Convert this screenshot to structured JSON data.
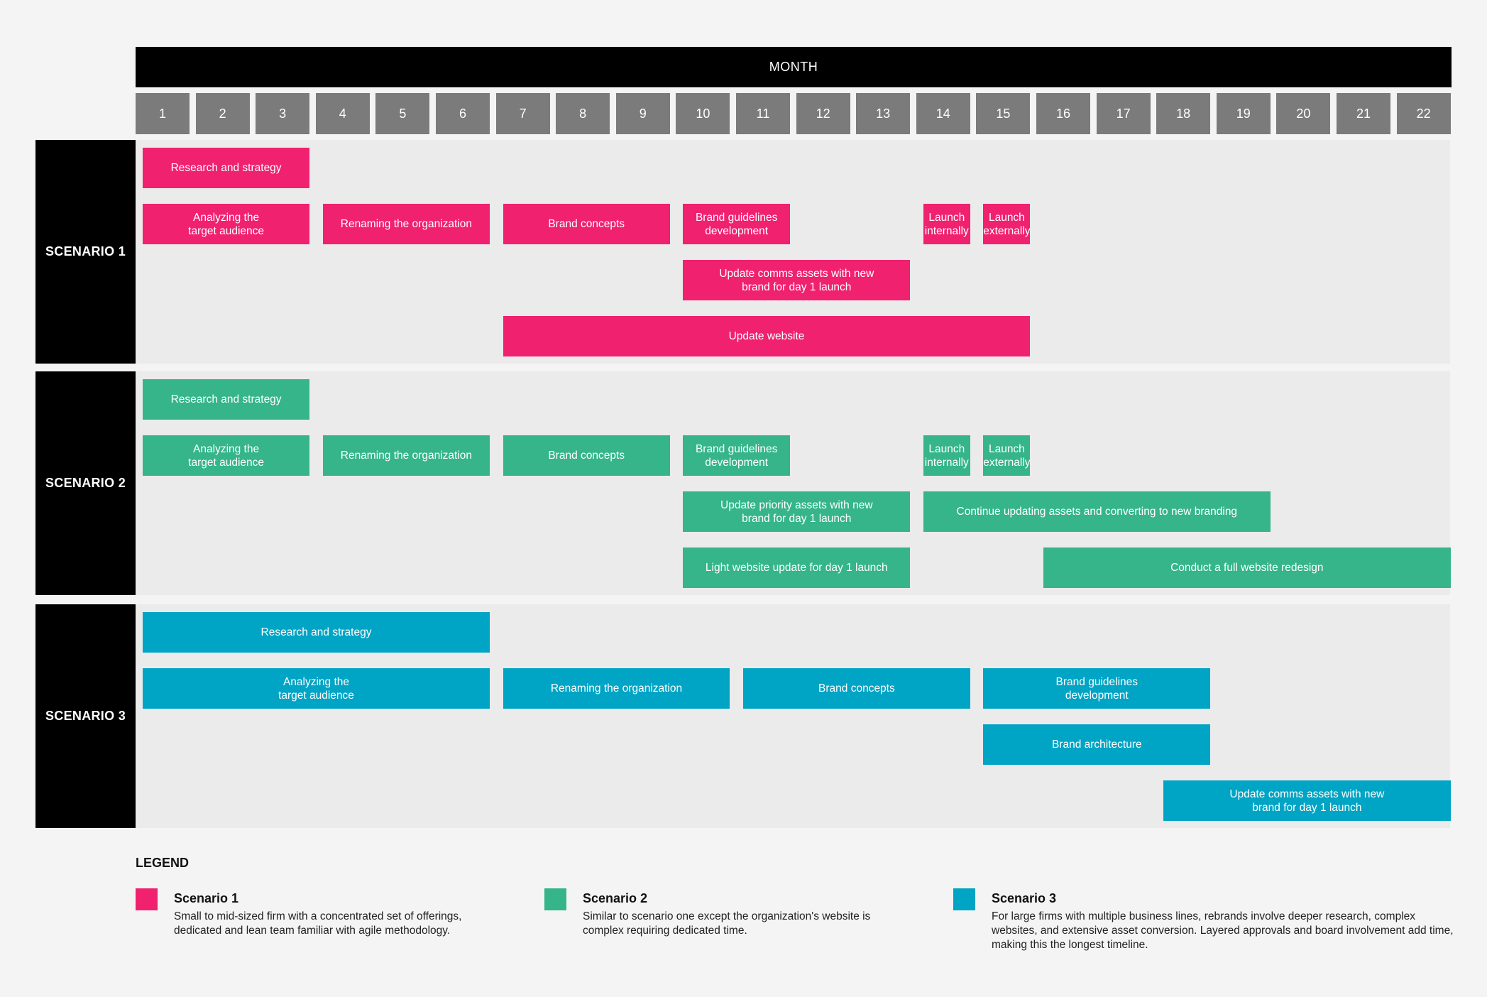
{
  "header": {
    "title": "MONTH"
  },
  "months": [
    "1",
    "2",
    "3",
    "4",
    "5",
    "6",
    "7",
    "8",
    "9",
    "10",
    "11",
    "12",
    "13",
    "14",
    "15",
    "16",
    "17",
    "18",
    "19",
    "20",
    "21",
    "22"
  ],
  "colors": {
    "scenario1": "#f0216f",
    "scenario2": "#35b589",
    "scenario3": "#00a4c4"
  },
  "scenarios": [
    {
      "label": "SCENARIO 1",
      "tasks": [
        {
          "label": "Research and strategy",
          "start": 1,
          "end": 3,
          "row": 0
        },
        {
          "label": "Analyzing the\ntarget audience",
          "start": 1,
          "end": 3,
          "row": 1
        },
        {
          "label": "Renaming the organization",
          "start": 4,
          "end": 6,
          "row": 1
        },
        {
          "label": "Brand concepts",
          "start": 7,
          "end": 9,
          "row": 1
        },
        {
          "label": "Brand guidelines\ndevelopment",
          "start": 10,
          "end": 11,
          "row": 1
        },
        {
          "label": "Launch\ninternally",
          "start": 14,
          "end": 14,
          "row": 1
        },
        {
          "label": "Launch\nexternally",
          "start": 15,
          "end": 15,
          "row": 1
        },
        {
          "label": "Update comms assets with new\nbrand for day 1 launch",
          "start": 10,
          "end": 13,
          "row": 2
        },
        {
          "label": "Update website",
          "start": 7,
          "end": 15,
          "row": 3
        }
      ]
    },
    {
      "label": "SCENARIO 2",
      "tasks": [
        {
          "label": "Research and strategy",
          "start": 1,
          "end": 3,
          "row": 0
        },
        {
          "label": "Analyzing the\ntarget audience",
          "start": 1,
          "end": 3,
          "row": 1
        },
        {
          "label": "Renaming the organization",
          "start": 4,
          "end": 6,
          "row": 1
        },
        {
          "label": "Brand concepts",
          "start": 7,
          "end": 9,
          "row": 1
        },
        {
          "label": "Brand guidelines\ndevelopment",
          "start": 10,
          "end": 11,
          "row": 1
        },
        {
          "label": "Launch\ninternally",
          "start": 14,
          "end": 14,
          "row": 1
        },
        {
          "label": "Launch\nexternally",
          "start": 15,
          "end": 15,
          "row": 1
        },
        {
          "label": "Update priority assets with new\nbrand for day 1 launch",
          "start": 10,
          "end": 13,
          "row": 2
        },
        {
          "label": "Continue updating assets and converting to new branding",
          "start": 14,
          "end": 19,
          "row": 2
        },
        {
          "label": "Light website update for day 1 launch",
          "start": 10,
          "end": 13,
          "row": 3
        },
        {
          "label": "Conduct a full website redesign",
          "start": 16,
          "end": 22,
          "row": 3
        }
      ]
    },
    {
      "label": "SCENARIO 3",
      "tasks": [
        {
          "label": "Research and strategy",
          "start": 1,
          "end": 6,
          "row": 0
        },
        {
          "label": "Analyzing the\ntarget audience",
          "start": 1,
          "end": 6,
          "row": 1
        },
        {
          "label": "Renaming the organization",
          "start": 7,
          "end": 10,
          "row": 1
        },
        {
          "label": "Brand concepts",
          "start": 11,
          "end": 14,
          "row": 1
        },
        {
          "label": "Brand guidelines\ndevelopment",
          "start": 15,
          "end": 18,
          "row": 1
        },
        {
          "label": "Brand architecture",
          "start": 15,
          "end": 18,
          "row": 2
        },
        {
          "label": "Update comms assets with new\nbrand for day 1 launch",
          "start": 18,
          "end": 22,
          "row": 3
        }
      ]
    }
  ],
  "legend": {
    "title": "LEGEND",
    "items": [
      {
        "name": "Scenario 1",
        "description": "Small to mid-sized firm with a concentrated set of offerings, dedicated and lean team familiar with agile methodology."
      },
      {
        "name": "Scenario 2",
        "description": "Similar to scenario one except the organization's website is complex requiring dedicated time."
      },
      {
        "name": "Scenario 3",
        "description": "For large firms with multiple business lines, rebrands involve deeper research, complex websites, and extensive asset conversion. Layered approvals and board involvement add time, making this the longest timeline."
      }
    ]
  }
}
